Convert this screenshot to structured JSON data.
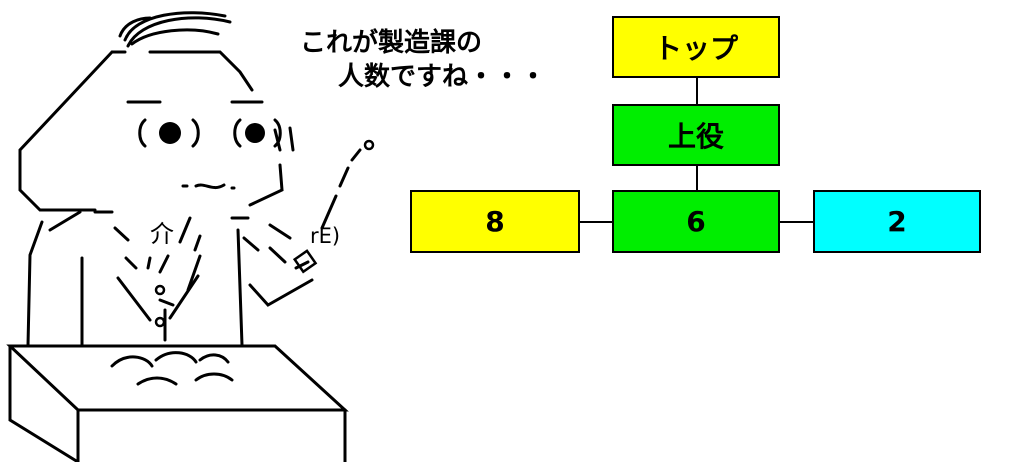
{
  "speech": {
    "line1": "これが製造課の",
    "line2": "人数ですね・・・"
  },
  "org_chart": {
    "top": {
      "label": "トップ",
      "color": "#ffff00"
    },
    "manager": {
      "label": "上役",
      "color": "#00ee00"
    },
    "left": {
      "label": "8",
      "color": "#ffff00"
    },
    "center": {
      "label": "6",
      "color": "#00ee00"
    },
    "right": {
      "label": "2",
      "color": "#00ffff"
    }
  },
  "character": {
    "desc_art_left": "介",
    "desc_art_right": "rE)"
  }
}
